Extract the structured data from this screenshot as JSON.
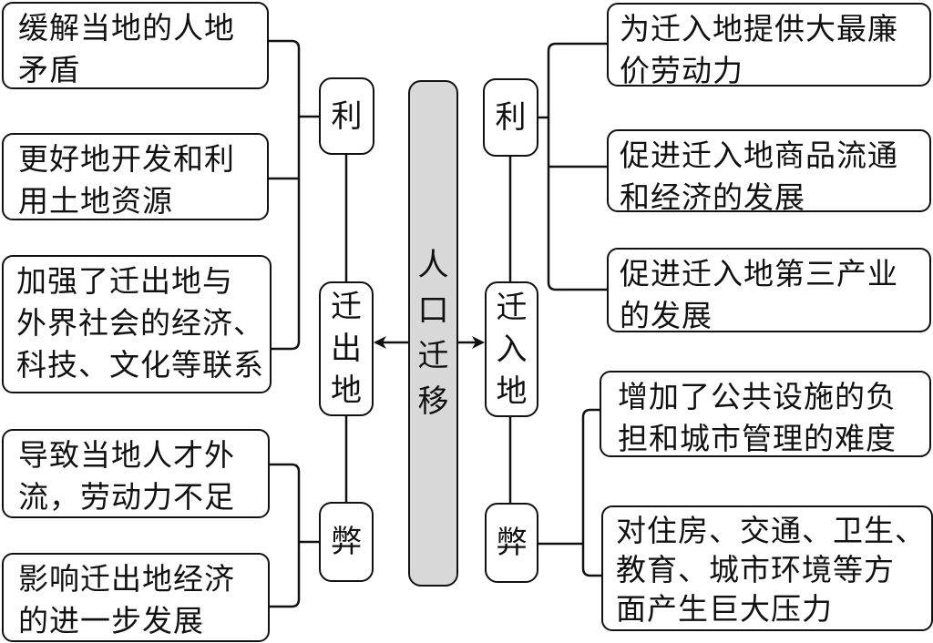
{
  "center": {
    "label": "人口迁移",
    "chars": [
      "人",
      "口",
      "迁",
      "移"
    ]
  },
  "origin": {
    "label_chars": [
      "迁",
      "出",
      "地"
    ],
    "pros_label": "利",
    "cons_label": "弊",
    "pros": [
      "缓解当地的人地\n矛盾",
      "更好地开发和利\n用土地资源",
      "加强了迁出地与\n外界社会的经济、\n科技、文化等联系"
    ],
    "cons": [
      "导致当地人才外\n流，劳动力不足",
      "影响迁出地经济\n的进一步发展"
    ]
  },
  "destination": {
    "label_chars": [
      "迁",
      "入",
      "地"
    ],
    "pros_label": "利",
    "cons_label": "弊",
    "pros": [
      "为迁入地提供大最廉\n价劳动力",
      "促进迁入地商品流通\n和经济的发展",
      "促进迁入地第三产业\n的发展"
    ],
    "cons": [
      "增加了公共设施的负\n担和城市管理的难度",
      "对住房、交通、卫生、\n教育、城市环境等方\n面产生巨大压力"
    ]
  },
  "colors": {
    "center_fill": "#d8d8d8",
    "stroke": "#111111",
    "box_fill": "#ffffff"
  }
}
